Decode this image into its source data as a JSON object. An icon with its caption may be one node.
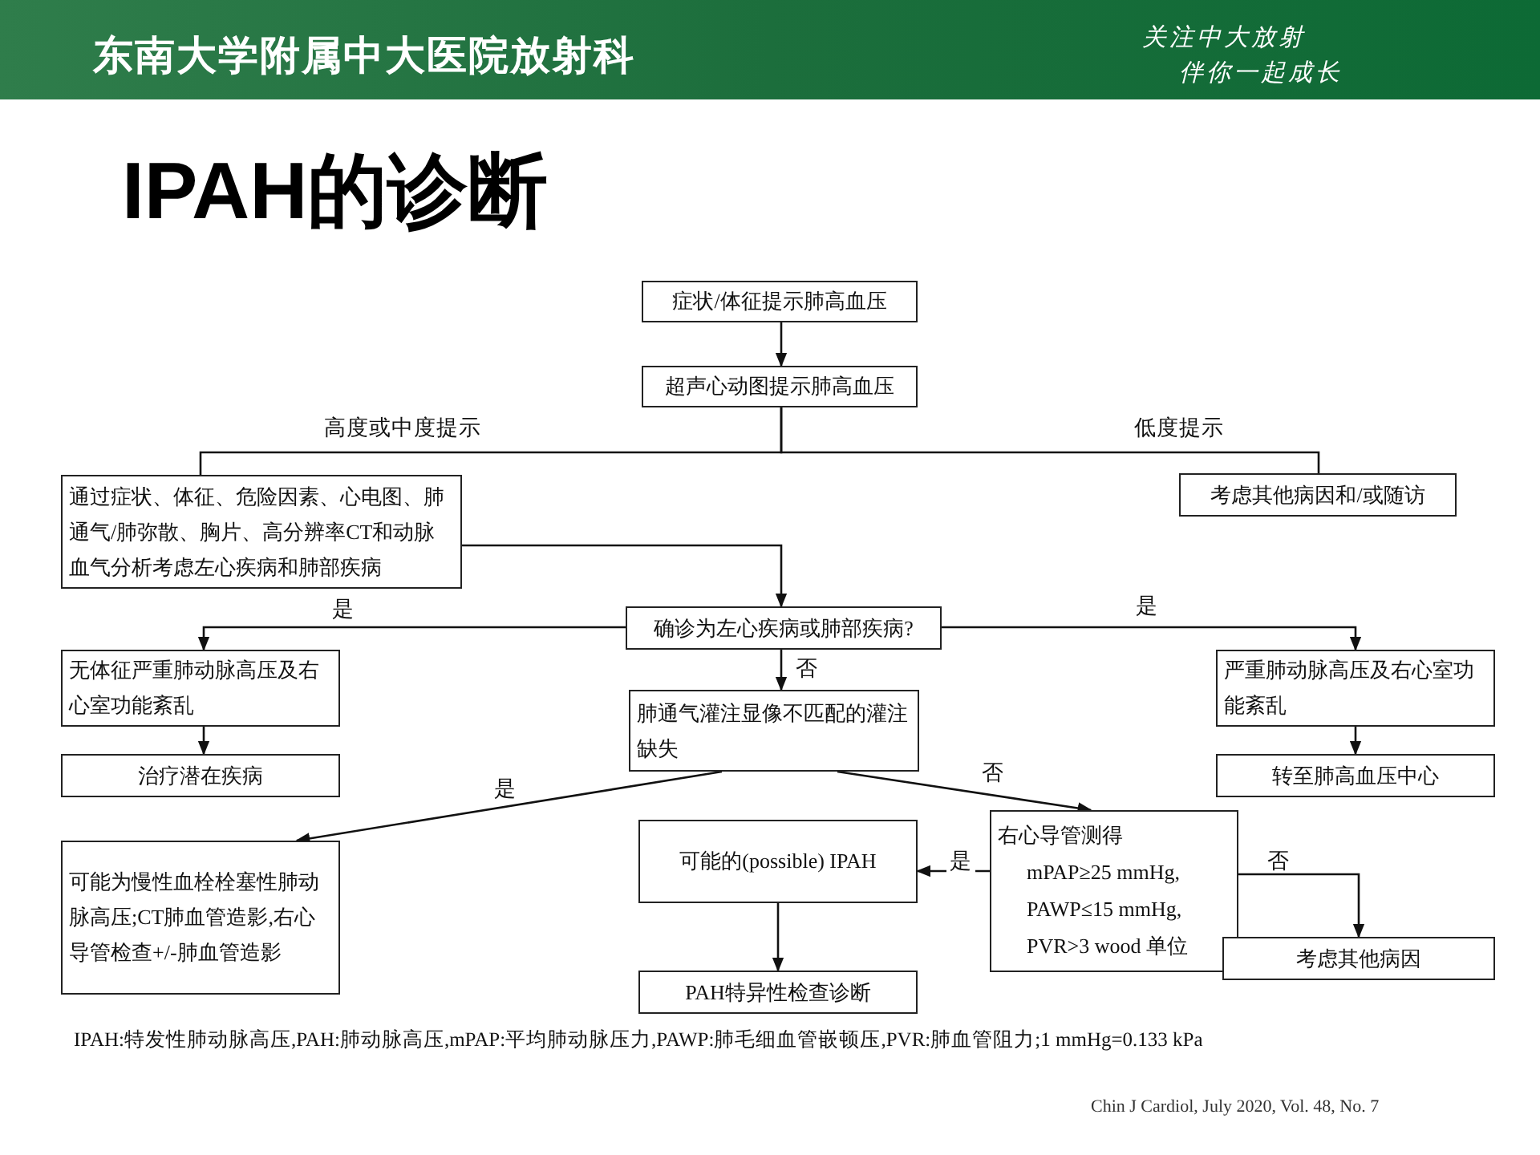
{
  "diagram": {
    "title": "IPAH的诊断",
    "nodes": [
      {
        "text": [
          "症状/体征提示肺高血压"
        ]
      },
      {
        "text": [
          "超声心动图提示肺高血压"
        ]
      },
      {
        "text": [
          "通过症状、体征、危险因素、心电图、肺通气/肺弥散、胸片、高分辨率CT和动脉血气分析考虑左心疾病和肺部疾病"
        ]
      },
      {
        "text": [
          "考虑其他病因和/或随访"
        ]
      },
      {
        "text": [
          "确诊为左心疾病或肺部疾病?"
        ]
      },
      {
        "text": [
          "无体征严重肺动脉高压及右心室功能紊乱"
        ]
      },
      {
        "text": [
          "治疗潜在疾病"
        ]
      },
      {
        "text": [
          "肺通气灌注显像不匹配的灌注缺失"
        ]
      },
      {
        "text": [
          "严重肺动脉高压及右心室功能紊乱"
        ]
      },
      {
        "text": [
          "转至肺高血压中心"
        ]
      },
      {
        "text": [
          "可能为慢性血栓栓塞性肺动脉高压;CT肺血管造影,右心导管检查+/-肺血管造影"
        ]
      },
      {
        "text": [
          "可能的(possible) IPAH"
        ]
      },
      {
        "text": [
          "右心导管测得",
          "mPAP≥25 mmHg, PAWP≤15 mmHg, PVR>3 wood 单位"
        ]
      },
      {
        "text": [
          "考虑其他病因"
        ]
      },
      {
        "text": [
          "PAH特异性检查诊断"
        ]
      }
    ],
    "edges": [
      {
        "from": 0,
        "to": 1,
        "arrow": "to"
      },
      {
        "from": 1,
        "to": 2,
        "arrow": "none",
        "label": "高度或中度提示"
      },
      {
        "from": 1,
        "to": 3,
        "arrow": "none",
        "label": "低度提示"
      },
      {
        "from": 2,
        "to": 4,
        "arrow": "to"
      },
      {
        "from": 4,
        "to": 5,
        "arrow": "to",
        "label": "是"
      },
      {
        "from": 4,
        "to": 8,
        "arrow": "to",
        "label": "是"
      },
      {
        "from": 4,
        "to": 7,
        "arrow": "to",
        "label": "否"
      },
      {
        "from": 5,
        "to": 6,
        "arrow": "to"
      },
      {
        "from": 8,
        "to": 9,
        "arrow": "to"
      },
      {
        "from": 7,
        "to": 10,
        "arrow": "to",
        "label": "是"
      },
      {
        "from": 7,
        "to": 12,
        "arrow": "to",
        "label": "否"
      },
      {
        "from": 12,
        "to": 11,
        "arrow": "to",
        "label": "是"
      },
      {
        "from": 12,
        "to": 13,
        "arrow": "to",
        "label": "否"
      },
      {
        "from": 11,
        "to": 14,
        "arrow": "to"
      }
    ],
    "labels": [
      "东南大学附属中大医院放射科",
      "关注中大放射",
      "伴你一起成长",
      "IPAH:特发性肺动脉高压,PAH:肺动脉高压,mPAP:平均肺动脉压力,PAWP:肺毛细血管嵌顿压,PVR:肺血管阻力;1 mmHg=0.133 kPa",
      "Chin J Cardiol, July 2020, Vol. 48, No. 7"
    ]
  }
}
